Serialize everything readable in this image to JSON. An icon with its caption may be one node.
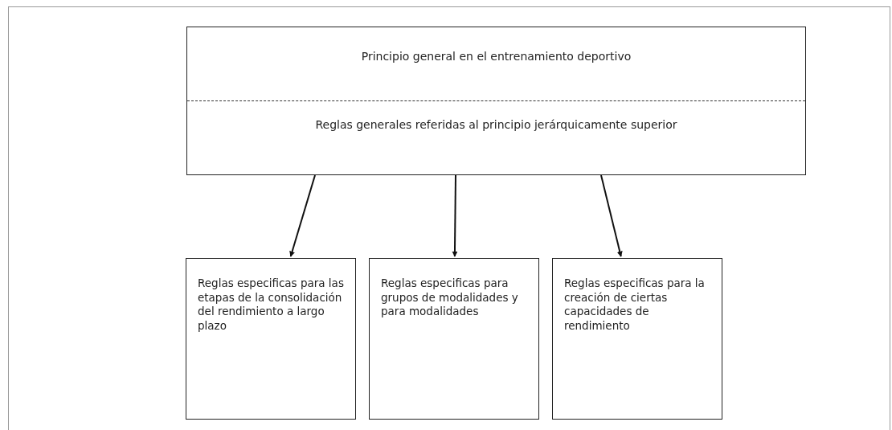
{
  "diagram": {
    "nodes": [
      {
        "text": [
          "Principio general en el entrenamiento deportivo",
          "Reglas generales referidas al principio jerárquicamente superior"
        ]
      },
      {
        "text": [
          "Reglas especificas para las etapas de la consolidación del rendimiento a largo plazo"
        ]
      },
      {
        "text": [
          "Reglas especificas para grupos de modalidades y para modalidades"
        ]
      },
      {
        "text": [
          "Reglas especificas para la creación de ciertas capacidades de rendimiento"
        ]
      }
    ],
    "edges": [
      {
        "from": 0,
        "to": 1,
        "arrow": "to"
      },
      {
        "from": 0,
        "to": 2,
        "arrow": "to"
      },
      {
        "from": 0,
        "to": 3,
        "arrow": "to"
      }
    ]
  }
}
